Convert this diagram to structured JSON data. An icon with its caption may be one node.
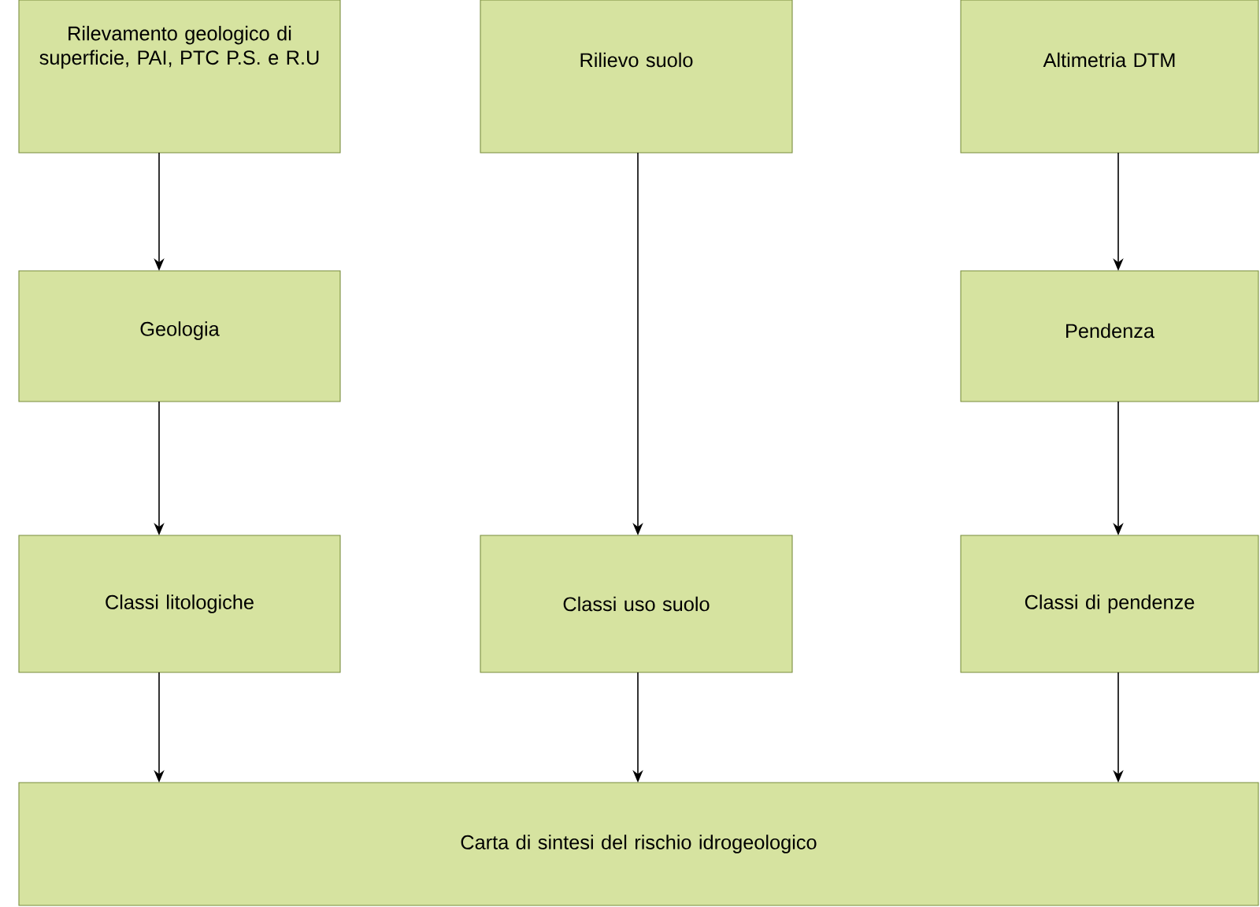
{
  "diagram": {
    "nodes": [
      {
        "text": [
          "Rilevamento geologico di superficie, PAI, PTC P.S. e R.U"
        ]
      },
      {
        "text": [
          "Rilievo suolo"
        ]
      },
      {
        "text": [
          "Altimetria DTM"
        ]
      },
      {
        "text": [
          "Geologia"
        ]
      },
      {
        "text": [
          "Pendenza"
        ]
      },
      {
        "text": [
          "Classi litologiche"
        ]
      },
      {
        "text": [
          "Classi uso suolo"
        ]
      },
      {
        "text": [
          "Classi di pendenze"
        ]
      },
      {
        "text": [
          "Carta di sintesi del rischio idrogeologico"
        ]
      }
    ],
    "edges": [
      {
        "from": 0,
        "to": 3,
        "arrow": "to"
      },
      {
        "from": 3,
        "to": 5,
        "arrow": "to"
      },
      {
        "from": 1,
        "to": 6,
        "arrow": "to"
      },
      {
        "from": 2,
        "to": 4,
        "arrow": "to"
      },
      {
        "from": 4,
        "to": 7,
        "arrow": "to"
      },
      {
        "from": 5,
        "to": 8,
        "arrow": "to"
      },
      {
        "from": 6,
        "to": 8,
        "arrow": "to"
      },
      {
        "from": 7,
        "to": 8,
        "arrow": "to"
      }
    ]
  }
}
